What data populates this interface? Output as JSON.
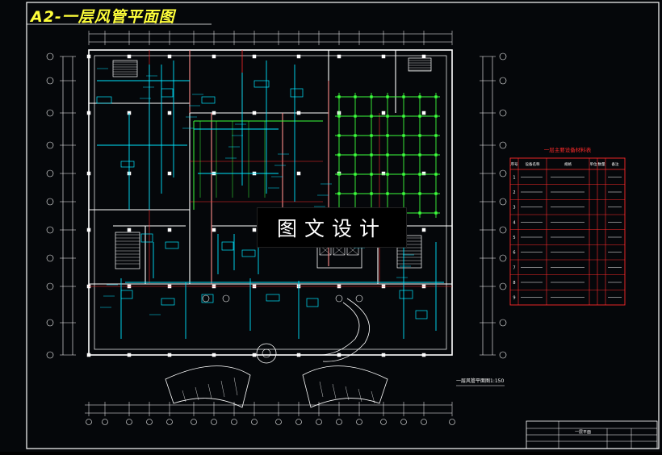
{
  "drawing": {
    "title": "A2-一层风管平面图",
    "watermark": "图文设计",
    "plan_caption": "一层风管平面图1:150",
    "colors": {
      "background": "#05070a",
      "frame": "#ffffff",
      "title": "#ffff3a",
      "walls": "#ffffff",
      "duct_cyan": "#00e5ff",
      "duct_green": "#3cff3c",
      "grid_red": "#ff2a2a",
      "gray": "#9aa0a6",
      "yellow": "#ffff3a"
    }
  },
  "equipment_table": {
    "title": "一层主要设备材料表",
    "headers": [
      "序号",
      "设备名称",
      "规格",
      "单位",
      "数量",
      "备注"
    ],
    "row_numbers": [
      "1",
      "2",
      "3",
      "4",
      "5",
      "6",
      "7",
      "8",
      "9"
    ]
  },
  "title_block": {
    "label": "一层平面"
  }
}
